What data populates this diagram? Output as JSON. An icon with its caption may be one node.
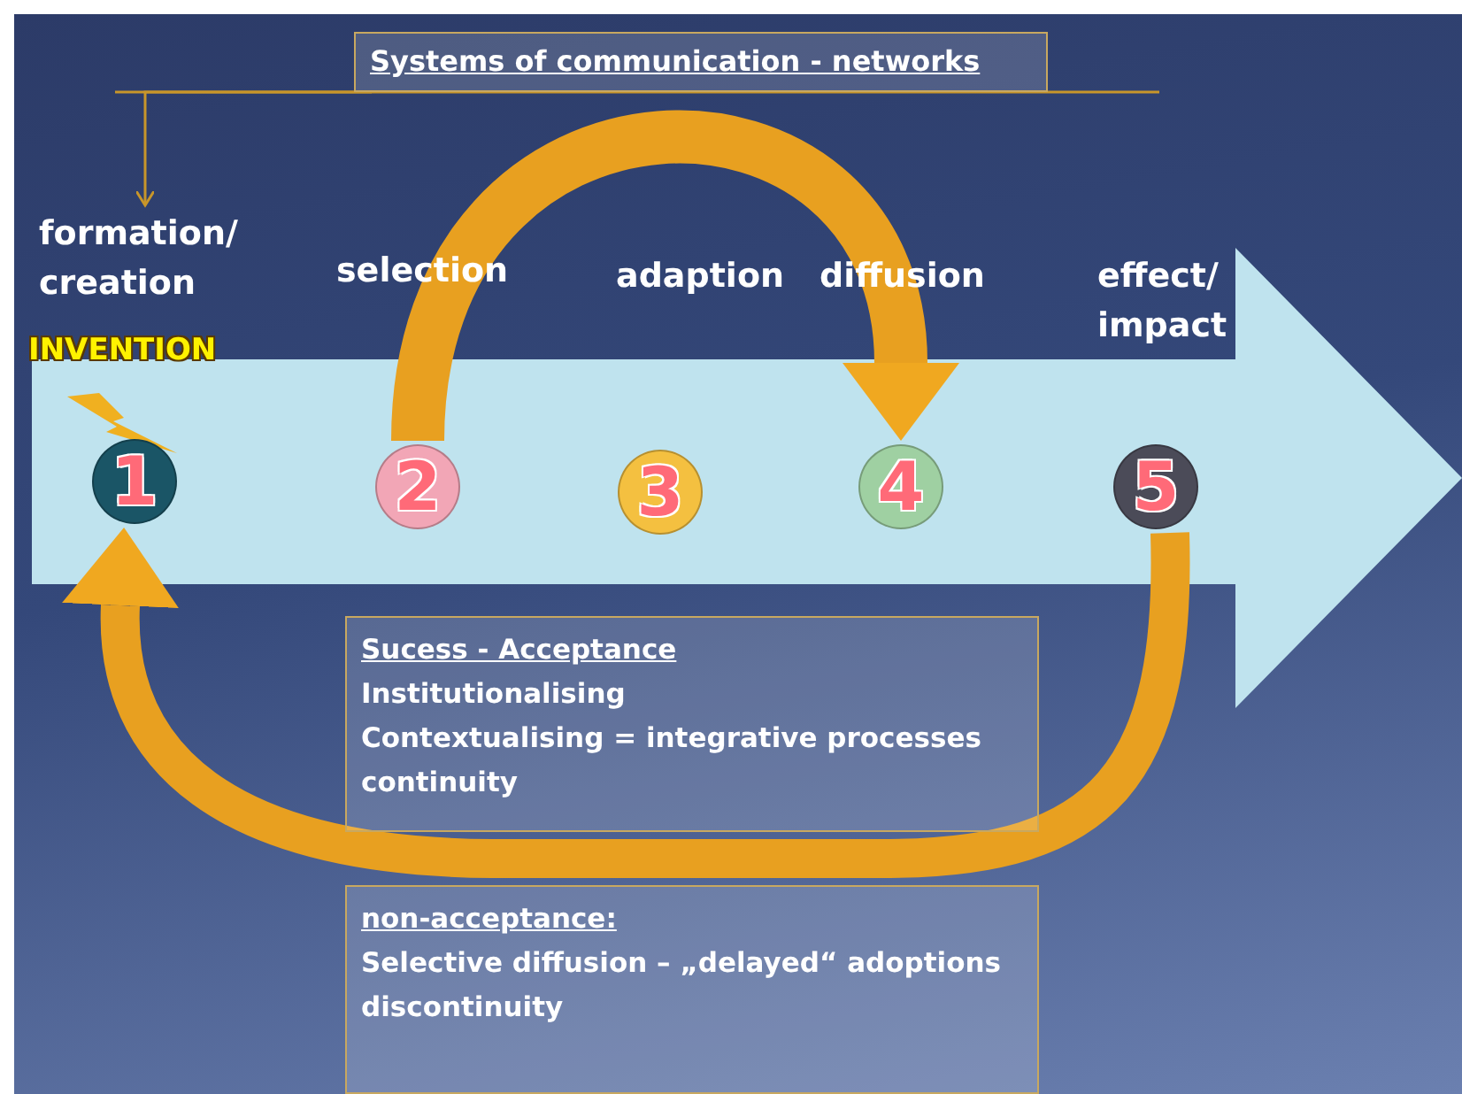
{
  "diagram": {
    "nodes": [
      {
        "text": [
          "Systems of communication - networks"
        ]
      },
      {
        "text": [
          "formation/ creation"
        ]
      },
      {
        "text": [
          "1"
        ]
      },
      {
        "text": [
          "2"
        ]
      },
      {
        "text": [
          "3"
        ]
      },
      {
        "text": [
          "4"
        ]
      },
      {
        "text": [
          "5"
        ]
      },
      {
        "text": [
          "Sucess - Acceptance",
          "Institutionalising",
          "Contextualising = integrative processes",
          "continuity"
        ]
      },
      {
        "text": [
          "non-acceptance:",
          "Selective diffusion – „delayed“ adoptions",
          "discontinuity"
        ]
      }
    ],
    "edges": [
      {
        "from": 0,
        "to": 1,
        "arrow": "to",
        "color": "#c8962a"
      },
      {
        "from": 3,
        "to": 5,
        "arrow": "to"
      },
      {
        "from": 6,
        "to": 2,
        "arrow": "to"
      }
    ],
    "labels": [
      "selection",
      "adaption",
      "diffusion",
      "effect/ impact",
      "INVENTION"
    ]
  }
}
